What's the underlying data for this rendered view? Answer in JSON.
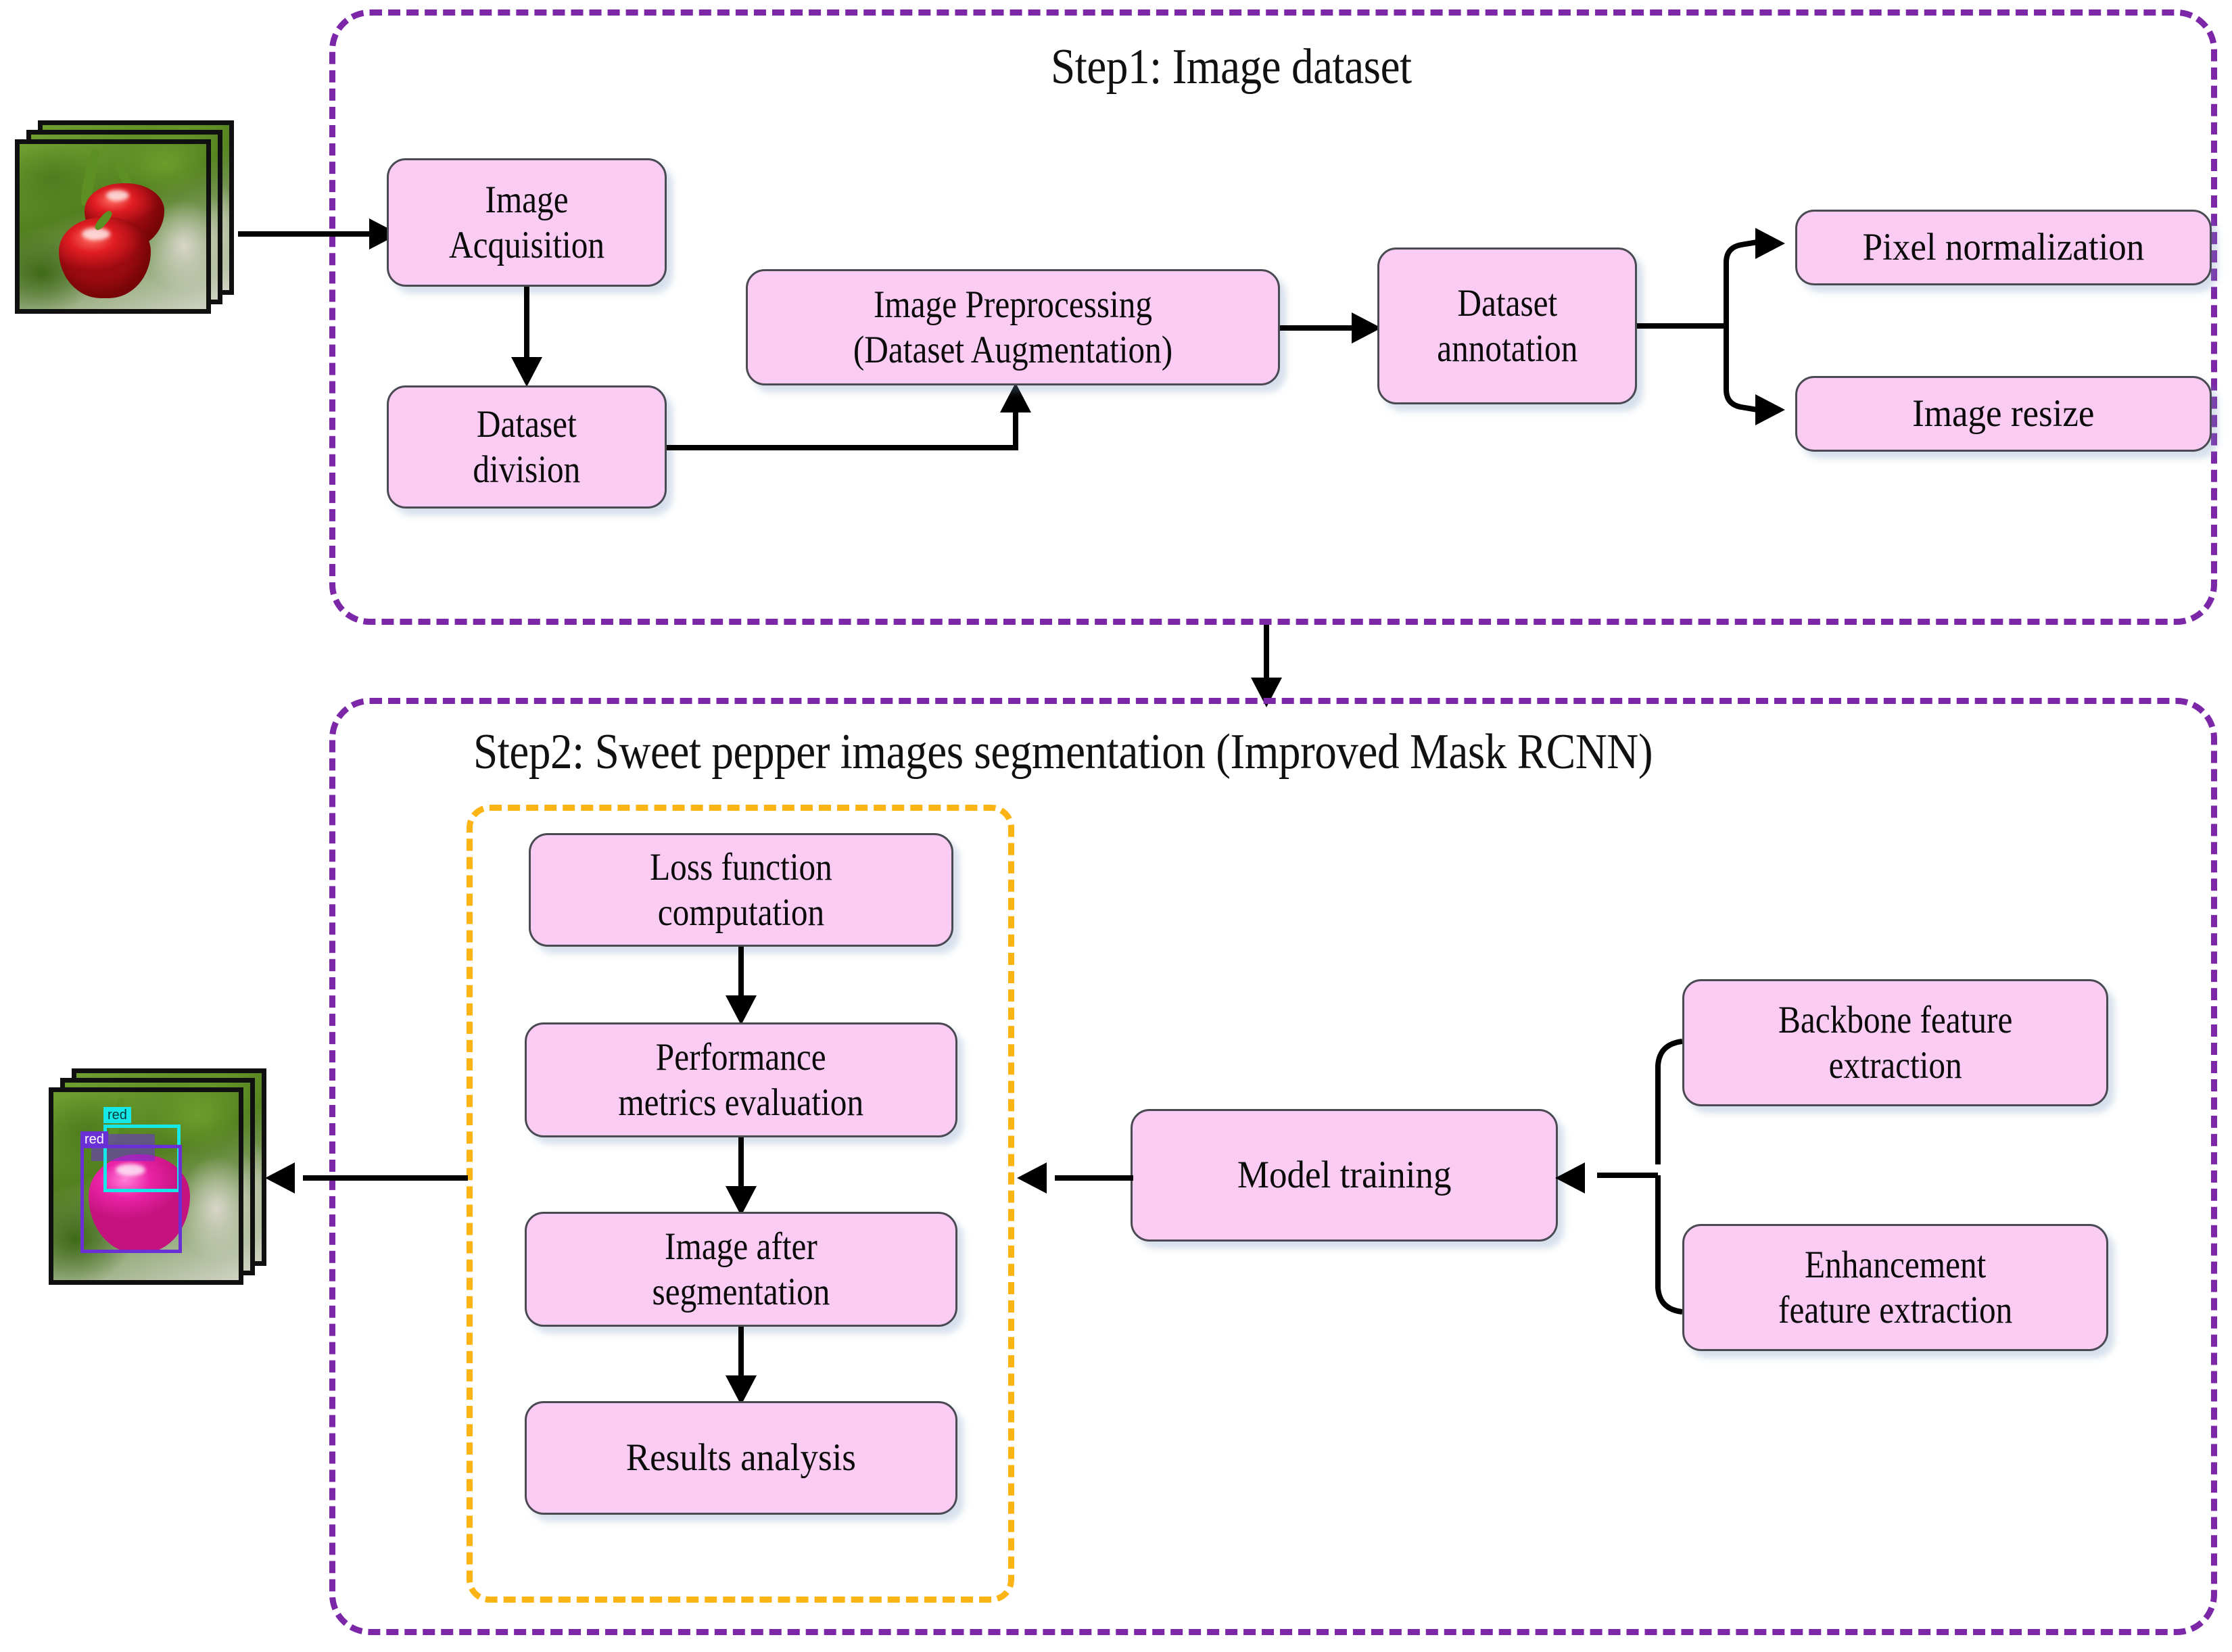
{
  "diagram": {
    "title": "Sweet pepper image segmentation pipeline flowchart",
    "colors": {
      "node_fill": "#FACCF4",
      "node_border": "#4A4A52",
      "step_border_purple": "#7B27A8",
      "inner_border_orange": "#FCB415",
      "connector": "#000000"
    }
  },
  "step1": {
    "title": "Step1: Image dataset",
    "nodes": {
      "image_acquisition": "Image\nAcquisition",
      "image_acquisition_l1": "Image",
      "image_acquisition_l2": "Acquisition",
      "dataset_division_l1": "Dataset",
      "dataset_division_l2": "division",
      "image_preprocessing_l1": "Image Preprocessing",
      "image_preprocessing_l2": "(Dataset Augmentation)",
      "dataset_annotation_l1": "Dataset",
      "dataset_annotation_l2": "annotation",
      "pixel_normalization": "Pixel normalization",
      "image_resize": "Image resize"
    },
    "input_photo": {
      "caption": "stack of raw sweet pepper photographs",
      "sheets": 3
    }
  },
  "step2": {
    "title": "Step2: Sweet pepper images segmentation (Improved Mask RCNN)",
    "nodes": {
      "loss_function_l1": "Loss function",
      "loss_function_l2": "computation",
      "performance_metrics_l1": "Performance",
      "performance_metrics_l2": "metrics evaluation",
      "image_after_seg_l1": "Image after",
      "image_after_seg_l2": "segmentation",
      "results_analysis": "Results analysis",
      "model_training": "Model training",
      "backbone_feature_l1": "Backbone feature",
      "backbone_feature_l2": "extraction",
      "enhancement_feature_l1": "Enhancement",
      "enhancement_feature_l2": "feature extraction"
    },
    "output_photo": {
      "caption": "stack of segmented sweet pepper results",
      "sheets": 3,
      "instance_labels": [
        "red",
        "red"
      ]
    }
  }
}
